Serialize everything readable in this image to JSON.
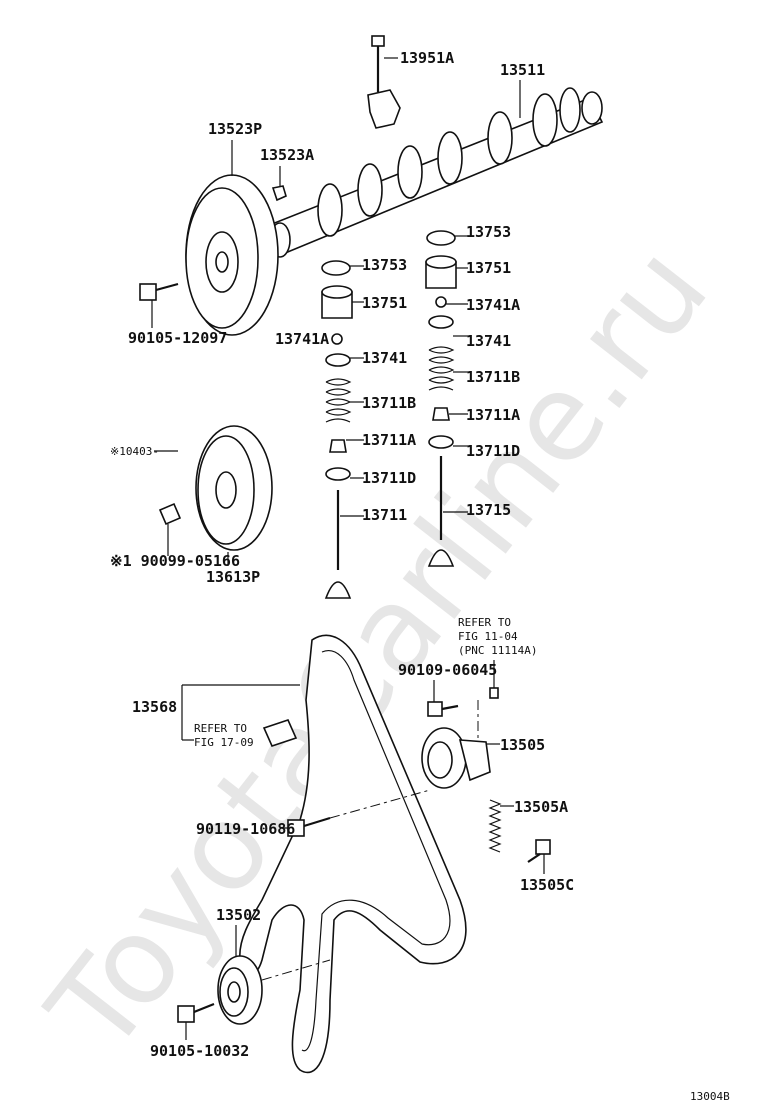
{
  "watermark": "ToyotaCarline.ru",
  "figure_code": "13004B",
  "labels": {
    "p13951A": "13951A",
    "p13511": "13511",
    "p13523P": "13523P",
    "p13523A": "13523A",
    "p90105_12097": "90105-12097",
    "p13753a": "13753",
    "p13751a": "13751",
    "p13741Aa": "13741A",
    "p13741a": "13741",
    "p13711Ba": "13711B",
    "p13711Aa": "13711A",
    "p13711Da": "13711D",
    "p13711": "13711",
    "p13753b": "13753",
    "p13751b": "13751",
    "p13741Ab": "13741A",
    "p13741b": "13741",
    "p13711Bb": "13711B",
    "p13711Ab": "13711A",
    "p13711Db": "13711D",
    "p13715": "13715",
    "note_10403": "※10403-",
    "p90099_05166": "※1 90099-05166",
    "p13613P": "13613P",
    "refer_1104_a": "REFER TO",
    "refer_1104_b": "FIG 11-04",
    "refer_1104_c": "(PNC 11114A)",
    "p90109_06045": "90109-06045",
    "p13568": "13568",
    "refer_1709_a": "REFER TO",
    "refer_1709_b": "FIG 17-09",
    "p13505": "13505",
    "p90119_10686": "90119-10686",
    "p13505A": "13505A",
    "p13505C": "13505C",
    "p13502": "13502",
    "p90105_10032": "90105-10032"
  }
}
